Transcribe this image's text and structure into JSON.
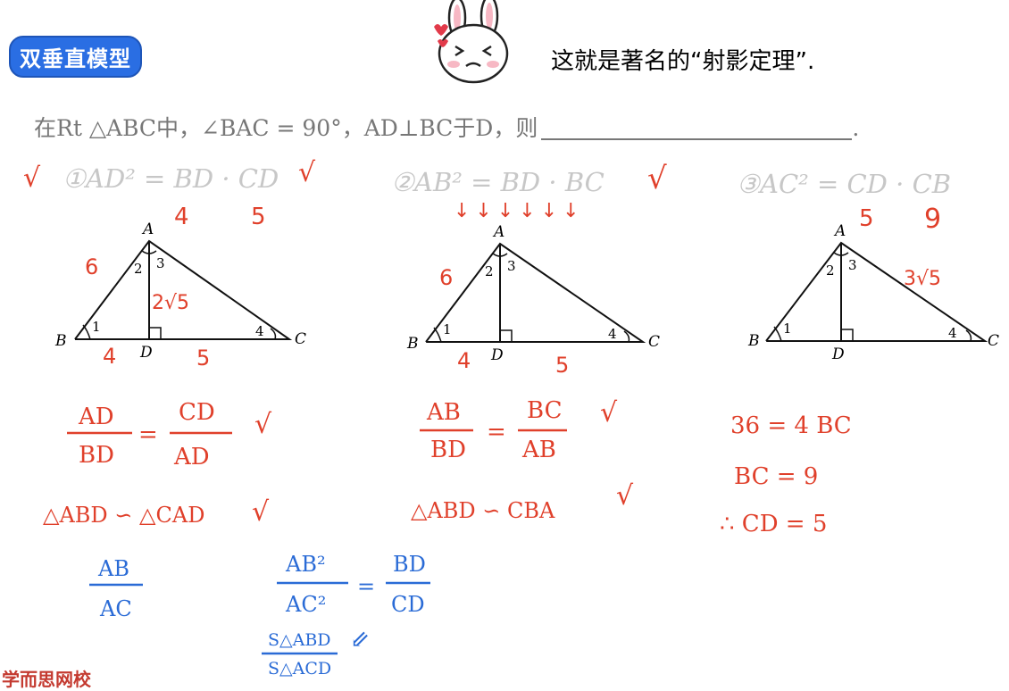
{
  "header": {
    "badge": "双垂直模型",
    "theorem_text": "这就是著名的“射影定理”."
  },
  "problem": {
    "prefix": "在Rt △ABC中，∠BAC = 90°，AD⊥BC于D，则",
    "suffix": "."
  },
  "formulas": [
    {
      "label": "①AD² = BD · CD"
    },
    {
      "label": "②AB² = BD · BC"
    },
    {
      "label": "③AC² = CD · CB"
    }
  ],
  "triangle_labels": {
    "A": "A",
    "B": "B",
    "C": "C",
    "D": "D",
    "angle1": "1",
    "angle2": "2",
    "angle3": "3",
    "angle4": "4"
  },
  "annotations": {
    "t1": {
      "top4": "4",
      "top5": "5",
      "side6": "6",
      "ad": "2√5",
      "bd": "4",
      "dc": "5"
    },
    "t2": {
      "side6": "6",
      "bd": "4",
      "dc": "5"
    },
    "t3": {
      "top5": "5",
      "top9": "9",
      "ac": "3√5"
    }
  },
  "work": {
    "col1_frac_left_num": "AD",
    "col1_frac_left_den": "BD",
    "col1_frac_right_num": "CD",
    "col1_frac_right_den": "AD",
    "col1_sim": "△ABD ∽ △CAD",
    "col1_blue_num": "AB",
    "col1_blue_den": "AC",
    "col2_frac_left_num": "AB",
    "col2_frac_left_den": "BD",
    "col2_frac_right_num": "BC",
    "col2_frac_right_den": "AB",
    "col2_sim": "△ABD ∽ CBA",
    "col3_line1": "36 = 4 BC",
    "col3_line2": "BC = 9",
    "col3_line3": "∴ CD = 5",
    "blue_mid_num": "AB²",
    "blue_mid_den": "AC²",
    "blue_mid_right_num": "BD",
    "blue_mid_right_den": "CD",
    "blue_s_num": "S△ABD",
    "blue_s_den": "S△ACD",
    "check": "√",
    "arrow": "⇙"
  },
  "watermark": "学而思网校",
  "colors": {
    "badge": "#2a6ee3",
    "red": "#e0402b",
    "blue": "#2a6bd6",
    "faded": "#c7c7c7"
  }
}
